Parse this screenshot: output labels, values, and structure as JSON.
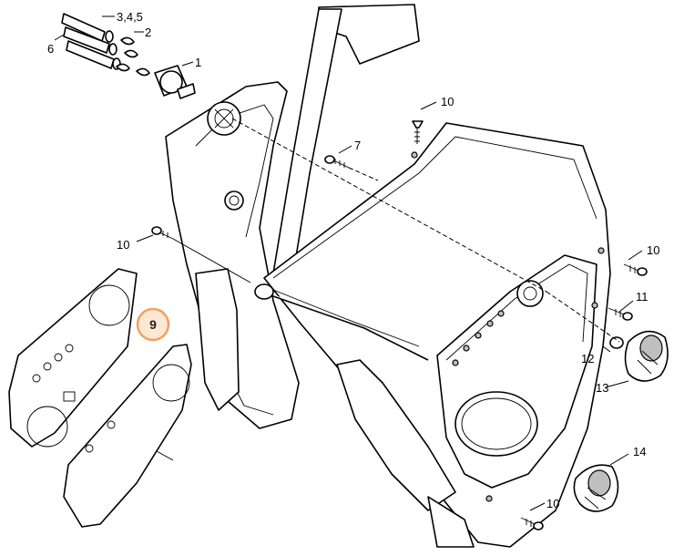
{
  "callouts": {
    "c345": "3,4,5",
    "c2": "2",
    "c6": "6",
    "c1": "1",
    "c10a": "10",
    "c7": "7",
    "c10b": "10",
    "c10c": "10",
    "c11": "11",
    "c9": "9",
    "c12": "12",
    "c13": "13",
    "c14": "14",
    "c10d": "10"
  },
  "colors": {
    "highlight": "#f0a060",
    "highlight_fill": "#fde8d4",
    "line": "#000000",
    "shade": "#bfbfbf"
  }
}
